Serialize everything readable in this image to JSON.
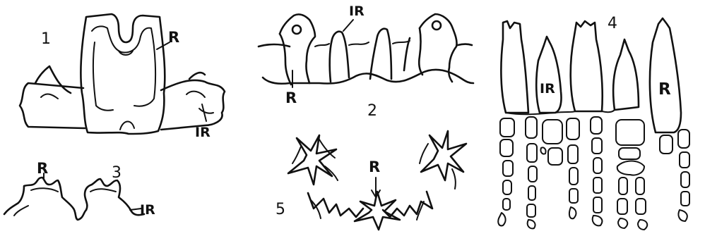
{
  "panels": [
    {
      "number": "1",
      "labels": [
        "R",
        "IR"
      ]
    },
    {
      "number": "2",
      "labels": [
        "IR",
        "R"
      ]
    },
    {
      "number": "3",
      "labels": [
        "R",
        "IR"
      ]
    },
    {
      "number": "4",
      "labels": [
        "IR",
        "R"
      ]
    },
    {
      "number": "5",
      "labels": [
        "R"
      ]
    }
  ]
}
